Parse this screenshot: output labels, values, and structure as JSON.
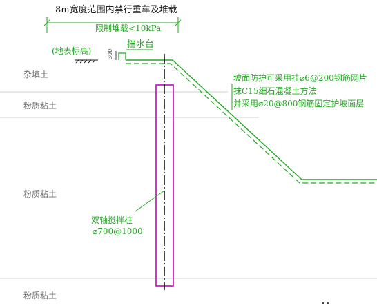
{
  "top_note": {
    "restriction": "8m宽度范围内禁行重车及堆载",
    "load_limit": "限制堆载<10kPa"
  },
  "labels": {
    "ground_elevation": "(地表标高)",
    "wall_height": "300",
    "water_barrier": "挡水台"
  },
  "slope_note": [
    "坡面防护可采用挂⌀6@200钢筋网片",
    "抹C15细石混凝土方法",
    "并采用⌀20@800钢筋固定护坡面层"
  ],
  "pile": {
    "title": "双轴搅拌桩",
    "spec": "⌀700@1000"
  },
  "soil_layers": [
    "杂填土",
    "粉质粘土",
    "粉质粘土",
    "粉质粘土"
  ],
  "colors": {
    "green": "#22aa22",
    "magenta": "#d01cd0",
    "black": "#1a1a1a",
    "soil_text": "#6f6f6f",
    "layer_line": "#cfcfcf"
  }
}
